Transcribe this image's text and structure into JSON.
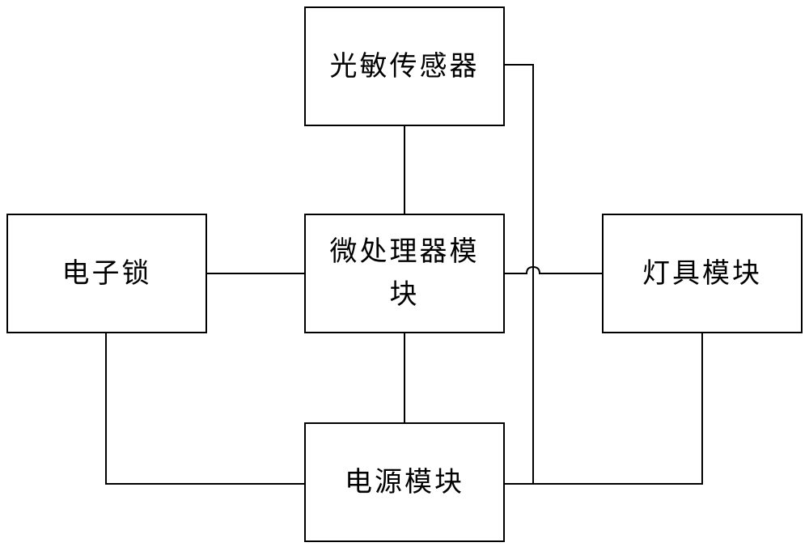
{
  "diagram": {
    "nodes": {
      "photosensor": "光敏传感器",
      "microprocessor": "微处理器模块",
      "electronic_lock": "电子锁",
      "lamp_module": "灯具模块",
      "power_module": "电源模块"
    },
    "connections": [
      [
        "photosensor",
        "microprocessor"
      ],
      [
        "electronic_lock",
        "microprocessor"
      ],
      [
        "microprocessor",
        "lamp_module"
      ],
      [
        "microprocessor",
        "power_module"
      ],
      [
        "electronic_lock",
        "power_module"
      ],
      [
        "lamp_module",
        "power_module"
      ],
      [
        "photosensor",
        "power_module"
      ]
    ],
    "colors": {
      "line": "#000000",
      "box_border": "#000000",
      "background": "#ffffff"
    }
  }
}
